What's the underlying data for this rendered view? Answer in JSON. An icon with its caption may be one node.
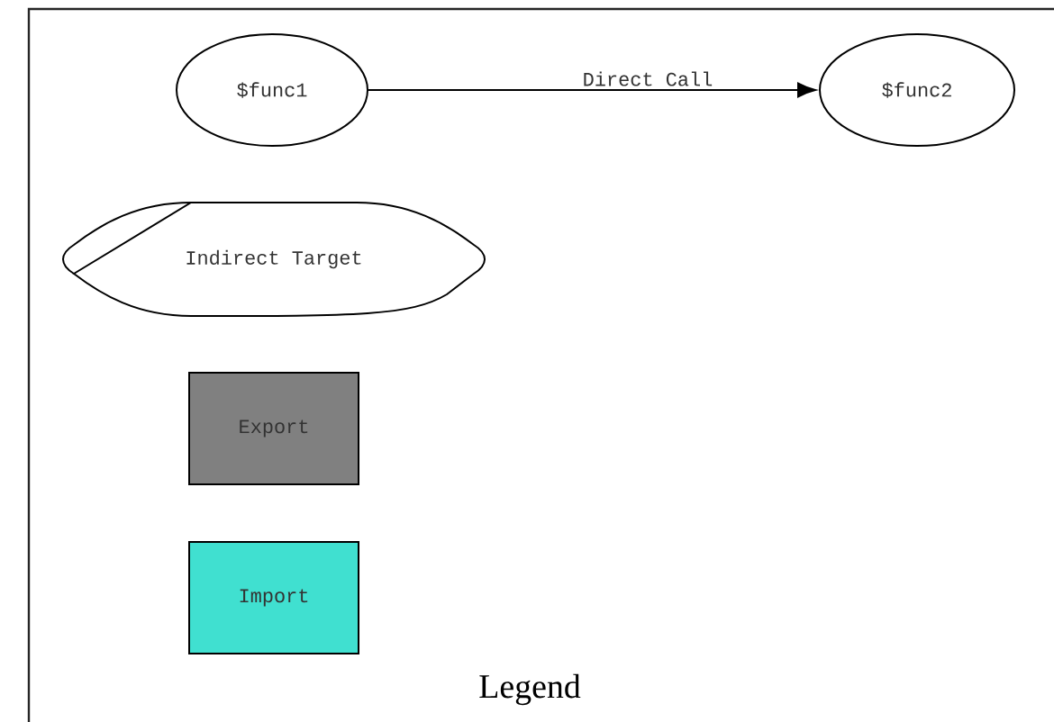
{
  "diagram": {
    "nodes": [
      {
        "text": [
          "$func1"
        ]
      },
      {
        "text": [
          "$func2"
        ]
      },
      {
        "text": [
          "Indirect Target"
        ]
      },
      {
        "text": [
          "Export"
        ]
      },
      {
        "text": [
          "Import"
        ]
      }
    ],
    "edges": [
      {
        "from": 0,
        "to": 1,
        "arrow": "to",
        "label": "Direct Call"
      }
    ],
    "labels": [
      "Legend"
    ]
  }
}
